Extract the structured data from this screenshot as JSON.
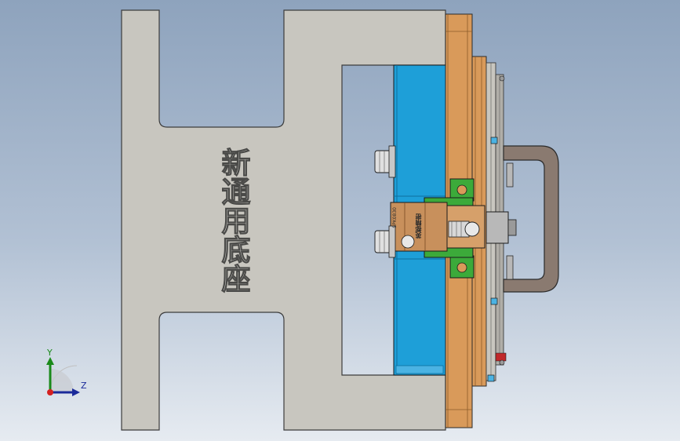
{
  "viewport": {
    "background_top": "#8ea3bd",
    "background_bottom": "#e6ebf1"
  },
  "model": {
    "base_engraving": "新通用底座",
    "part_tag_small": "SPK0830",
    "part_tag_bold": "英都精密",
    "colors": {
      "base_plate": "#c8c6bf",
      "cavity_plate": "#1e9fd8",
      "clamp_plate": "#d99a5a",
      "locating_block": "#3caa3a",
      "nozzle_bushing": "#c8905c",
      "handle": "#8a7a70",
      "fittings": "#b8b8b8"
    }
  },
  "triad": {
    "y_label": "Y",
    "z_label": "Z",
    "y_color": "#1a8a1a",
    "z_color": "#1a2a9a",
    "origin_color": "#d42020"
  }
}
